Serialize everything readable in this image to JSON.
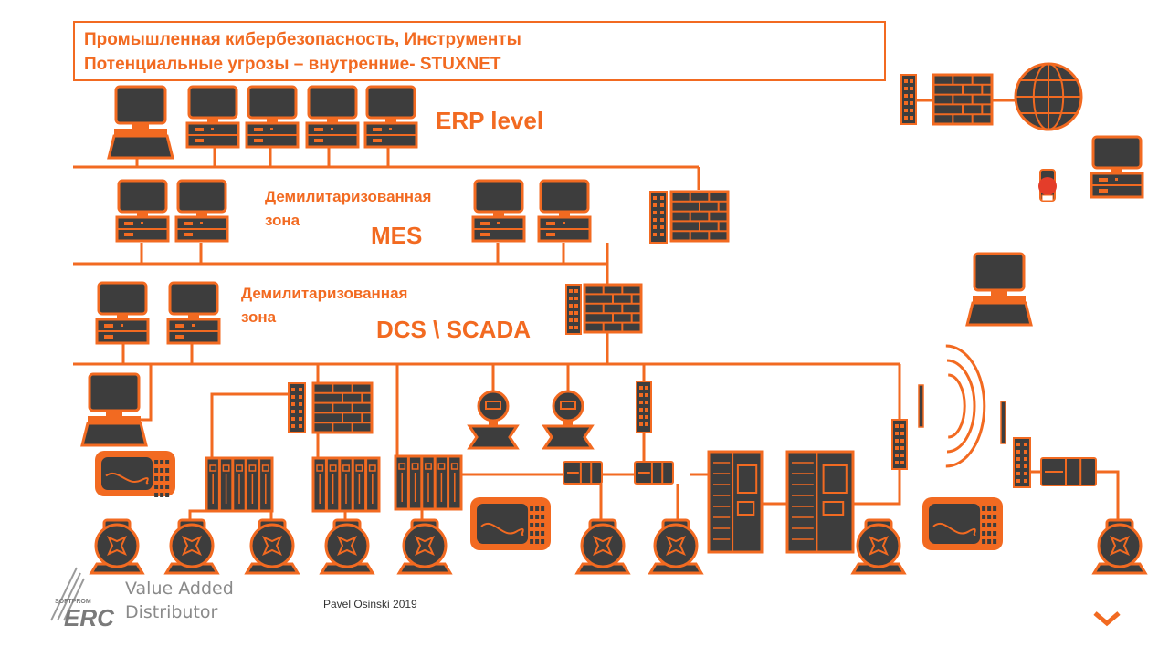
{
  "title": {
    "line1": "Промышленная кибербезопасность, Инструменты",
    "line2": "Потенциальные угрозы – внутренние-  STUXNET"
  },
  "levels": {
    "erp": "ERP level",
    "mes": "MES",
    "dcs": "DCS \\ SCADA"
  },
  "dmz": {
    "mes_line1": "Демилитаризованная",
    "mes_line2": "зона",
    "dcs_line1": "Демилитаризованная",
    "dcs_line2": "зона"
  },
  "footer": {
    "tagline_line1": "Value Added",
    "tagline_line2": "Distributor",
    "author": "Pavel Osinski 2019",
    "logo_text": "ERC",
    "logo_small": "SOFTPROM"
  },
  "colors": {
    "accent": "#f26a21",
    "device": "#3d3d3d",
    "text_gray": "#8a8a8a"
  }
}
